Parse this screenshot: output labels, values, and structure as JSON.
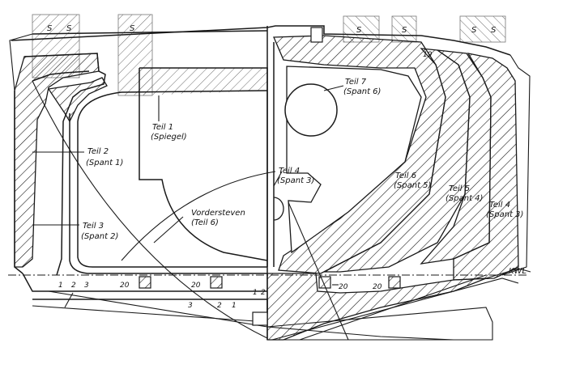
{
  "labels": {
    "teil1": "Teil 1",
    "teil1_sub": "(Spiegel)",
    "teil2": "Teil 2",
    "teil2_sub": "(Spant 1)",
    "teil3": "Teil 3",
    "teil3_sub": "(Spant 2)",
    "vordersteven": "Vordersteven",
    "vordersteven_sub": "(Teil 6)",
    "teil7": "Teil 7",
    "teil7_sub": "(Spant 6)",
    "teil4_inner": "Teil 4",
    "teil4_inner_sub": "(Spant 3)",
    "teil6": "Teil 6",
    "teil6_sub": "(Spant 5)",
    "teil5": "Teil 5",
    "teil5_sub": "(Spant 4)",
    "teil4_outer": "Teil 4",
    "teil4_outer_sub": "(Spant 3)",
    "kwl": "KWL",
    "strip_s": "S",
    "dim_20": "20",
    "dim_19": "19",
    "num_1": "1",
    "num_2": "2",
    "num_3": "3"
  },
  "colors": {
    "line": "#1a1a1a",
    "hatch_light": "#6f6f6f",
    "background": "#ffffff"
  }
}
